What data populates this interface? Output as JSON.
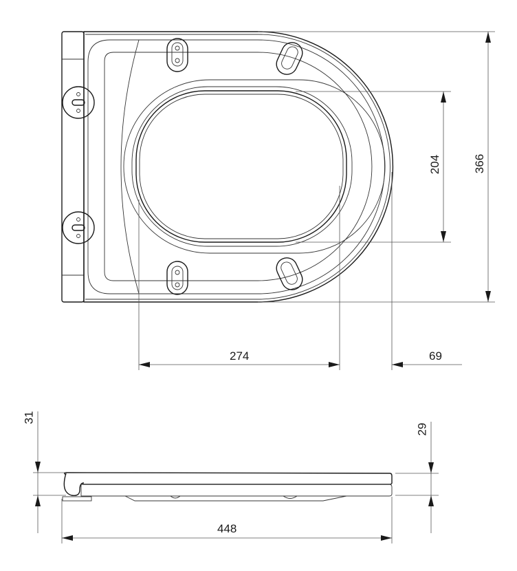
{
  "drawing": {
    "top_view": {
      "dimensions": {
        "inner_width": "274",
        "rear_offset": "69",
        "inner_length": "204",
        "overall_width": "366"
      }
    },
    "side_view": {
      "dimensions": {
        "hinge_height": "31",
        "front_height": "29",
        "overall_length": "448"
      }
    }
  }
}
